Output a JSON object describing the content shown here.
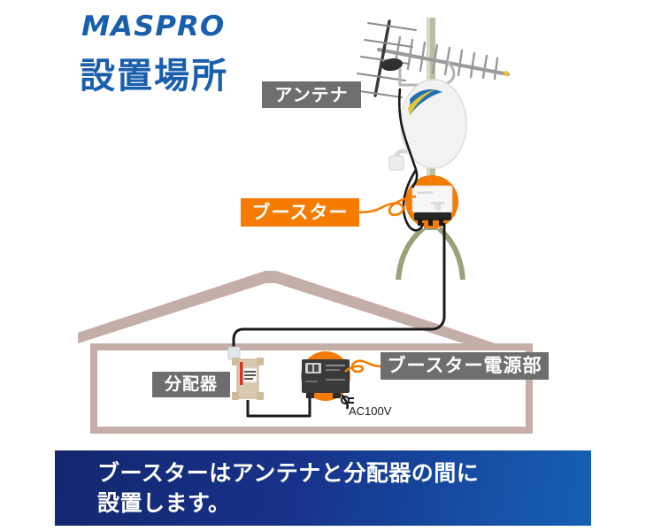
{
  "brand": {
    "logo_text": "MASPRO",
    "logo_color": "#1a5fae"
  },
  "header": {
    "title": "設置場所",
    "title_color": "#1a5fae"
  },
  "labels": {
    "antenna": "アンテナ",
    "booster": "ブースター",
    "splitter": "分配器",
    "power_unit": "ブースター電源部",
    "ac_power": "AC100V"
  },
  "colors": {
    "tag_gray": "#6e6e6e",
    "tag_orange": "#f57c00",
    "highlight_orange": "#f57c00",
    "house_roof": "#c3afa8",
    "house_wall": "#c3afa8",
    "mast_olive": "#9aa07a",
    "cable_black": "#1a1a1a",
    "banner_blue_dark": "#13276e",
    "banner_blue_light": "#1560b4",
    "dish_white": "#f2f2f2",
    "splitter_beige": "#d8c9ae",
    "power_unit_dark": "#3a3a3a"
  },
  "caption": {
    "text": "ブースターはアンテナと分配器の間に\n設置します。"
  },
  "diagram": {
    "description": "屋根上のアンテナ・ブースターと屋内の分配器・ブースター電源部の接続図",
    "nodes": [
      {
        "id": "antenna",
        "label": "アンテナ",
        "location": "屋根上"
      },
      {
        "id": "booster",
        "label": "ブースター",
        "location": "屋根上マスト",
        "highlighted": true
      },
      {
        "id": "splitter",
        "label": "分配器",
        "location": "屋内"
      },
      {
        "id": "power_unit",
        "label": "ブースター電源部",
        "location": "屋内",
        "highlighted": true
      },
      {
        "id": "ac_outlet",
        "label": "AC100V",
        "location": "屋内コンセント"
      }
    ],
    "connections": [
      {
        "from": "antenna",
        "to": "booster"
      },
      {
        "from": "booster",
        "to": "splitter"
      },
      {
        "from": "splitter",
        "to": "power_unit"
      },
      {
        "from": "power_unit",
        "to": "ac_outlet"
      }
    ]
  }
}
